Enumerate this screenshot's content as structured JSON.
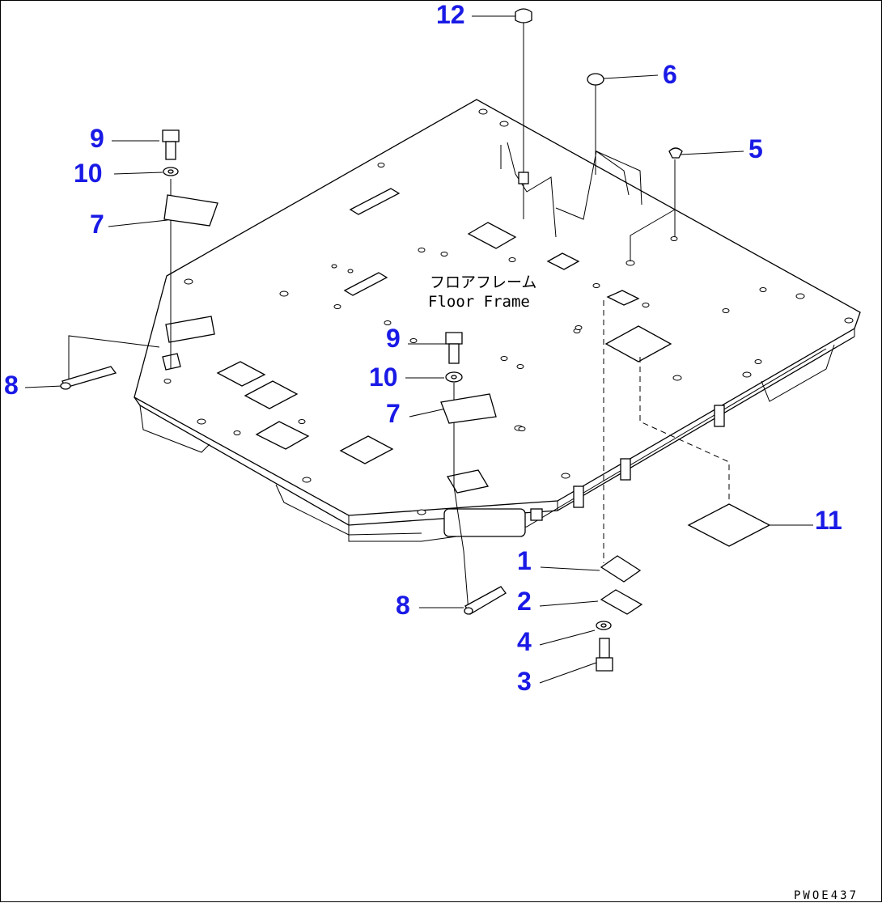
{
  "diagram": {
    "frame_label_jp": "フロアフレーム",
    "frame_label_en": "Floor Frame",
    "drawing_code": "PWOE437",
    "callouts": {
      "c1": "1",
      "c2": "2",
      "c3": "3",
      "c4": "4",
      "c5": "5",
      "c6": "6",
      "c7": "7",
      "c8": "8",
      "c9": "9",
      "c10": "10",
      "c11": "11",
      "c12": "12"
    },
    "colors": {
      "callout": "#1a1ae6",
      "line": "#000000",
      "background": "#ffffff"
    }
  }
}
